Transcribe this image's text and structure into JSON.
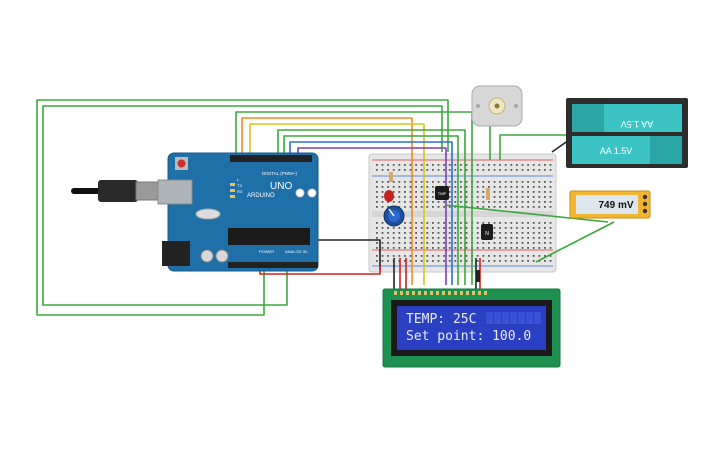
{
  "arduino": {
    "brand": "ARDUINO",
    "model": "UNO",
    "digital_label": "DIGITAL (PWM~)",
    "power_label": "POWER",
    "analog_label": "ANALOG IN",
    "tx_label": "TX",
    "rx_label": "RX",
    "led_label": "L"
  },
  "lcd": {
    "line1": "TEMP: 25C",
    "line2": "Set point: 100.0"
  },
  "battery": {
    "cell_top": "AA 1.5V",
    "cell_bottom": "AA 1.5V"
  },
  "multimeter": {
    "reading": "749 mV"
  },
  "sensor": {
    "label": "TMP"
  },
  "transistor": {
    "label": "N"
  },
  "colors": {
    "wire_green": "#3aa83a",
    "wire_orange": "#f08c1a",
    "wire_yellow": "#d9c31a",
    "wire_blue": "#2a6fd6",
    "wire_purple": "#7a3fb8",
    "wire_red": "#d02020",
    "wire_black": "#222222",
    "board": "#1f6fa8",
    "lcd_screen": "#2b3fc2"
  }
}
